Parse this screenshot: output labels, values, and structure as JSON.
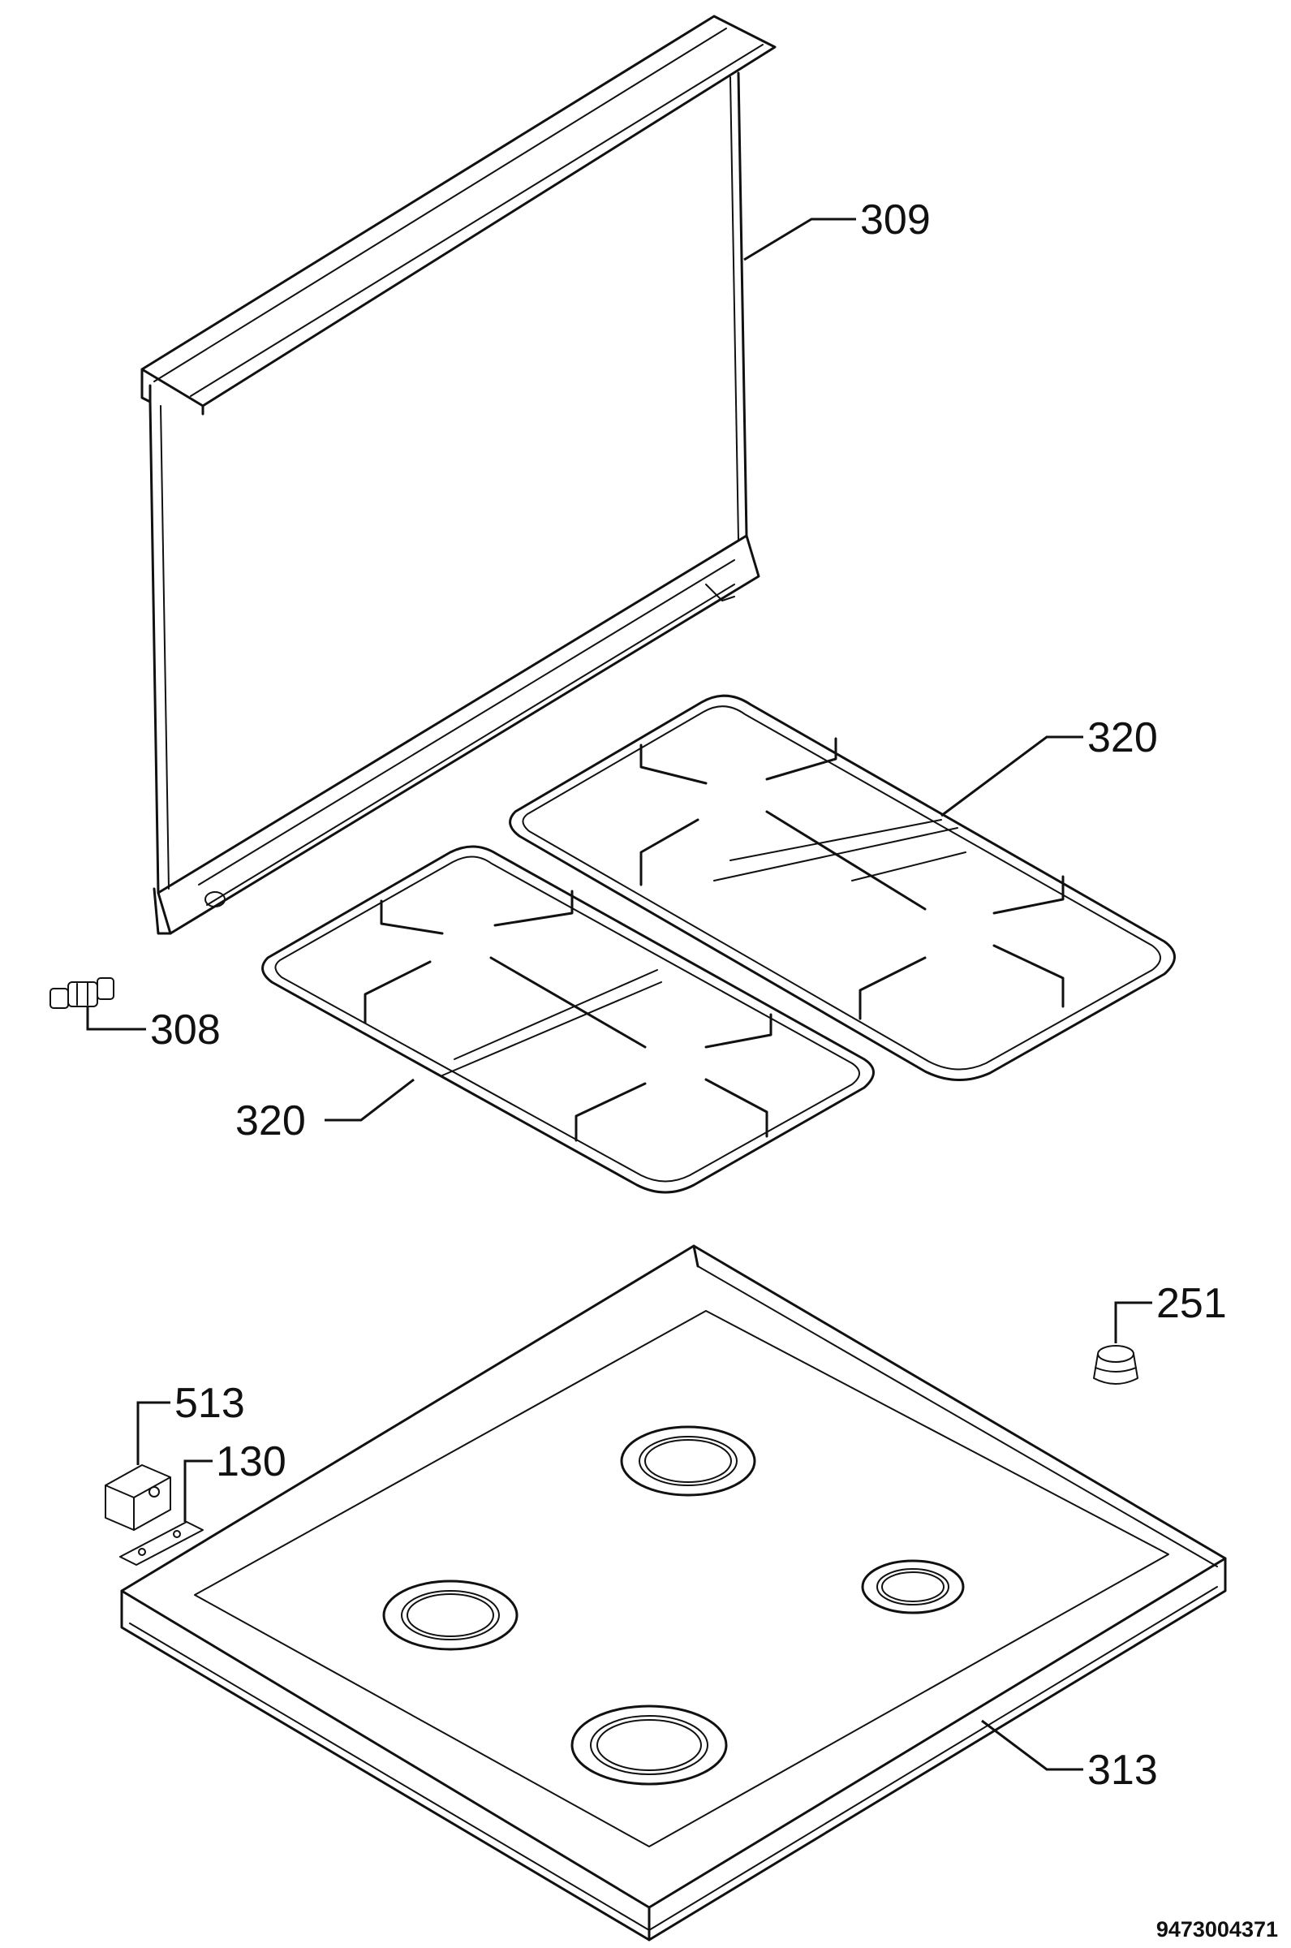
{
  "diagram": {
    "labels": {
      "glass_lid": "309",
      "pan_support_right": "320",
      "pan_support_left": "320",
      "hinge_pin": "308",
      "rubber_foot": "251",
      "clip": "513",
      "bracket": "130",
      "hob_top": "313"
    },
    "document_number": "9473004371"
  }
}
